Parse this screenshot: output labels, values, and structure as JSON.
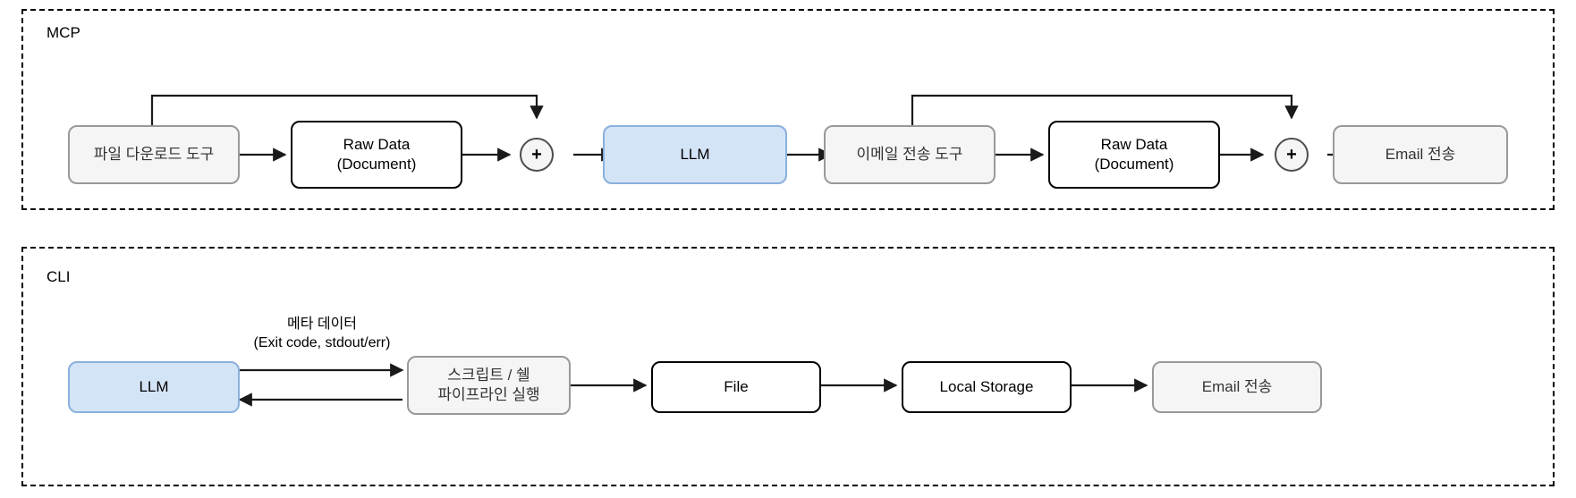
{
  "diagram": {
    "title_groups": [
      "MCP",
      "CLI"
    ],
    "colors": {
      "node_blue_fill": "#d4e4f7",
      "node_blue_stroke": "#8ab0dd",
      "node_gray_fill": "#f5f5f5",
      "node_gray_stroke": "#999999",
      "node_white_fill": "#ffffff",
      "node_white_stroke": "#000000",
      "junction_fill": "#f5f5f5",
      "junction_stroke": "#4d4d4d",
      "group_border": "#000000"
    }
  },
  "mcp": {
    "label": "MCP",
    "nodes": {
      "file_download_tool": "파일 다운로드 도구",
      "raw_data_1": "Raw Data\n(Document)",
      "junction_1": "+",
      "llm": "LLM",
      "email_send_tool": "이메일 전송 도구",
      "raw_data_2": "Raw Data\n(Document)",
      "junction_2": "+",
      "email_send": "Email 전송"
    }
  },
  "cli": {
    "label": "CLI",
    "nodes": {
      "llm": "LLM",
      "script_shell": "스크립트 / 쉘\n파이프라인 실행",
      "file": "File",
      "local_storage": "Local Storage",
      "email_send": "Email 전송"
    },
    "edge_labels": {
      "metadata": "메타 데이터\n(Exit code, stdout/err)"
    }
  }
}
